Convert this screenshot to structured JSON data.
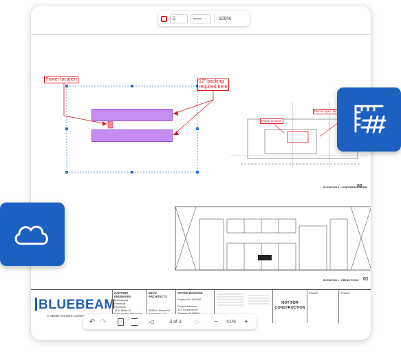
{
  "toolbar": {
    "line_width": "0",
    "zoom": "100%",
    "stroke_color": "#e0151d"
  },
  "annotations": {
    "callout_power": "Power location",
    "callout_backing_1": "12\" backing",
    "callout_backing_2": "required here"
  },
  "mini_elevation": {
    "callout_power": "Power location",
    "callout_spec": "Per AV spec, dir",
    "title": "ELEVATION 3 - CONFERENCE ROOM",
    "number": "02"
  },
  "elevation": {
    "title": "ELEVATION 1 - BREAK ROOM",
    "number": "01"
  },
  "title_block": {
    "logo": "BLUEBEAM",
    "logo_sub": "A NEMETSCHEK COMPANY",
    "col1_head": "CAPTURE ENGINEERS",
    "col1_lines": [
      "Mechanical",
      "Electrical",
      "Plumbing",
      "1234 Miller St",
      "Manchester, NH 00000"
    ],
    "col2_head": "REVU ARCHITECTS",
    "col2_lines": [
      "5555 N. Broad St",
      "Pasadena, CA 91101"
    ],
    "col3_head": "OFFICE BUILDING",
    "col3_lines": [
      "Project No: 000000",
      "Project Address:",
      "123 Scrummit St",
      "Chicago, IL 60601"
    ],
    "stamp_text_1": "NOT FOR",
    "stamp_text_2": "CONSTRUCTION",
    "stamp_label_1": "STAMP:",
    "stamp_label_2": "STAMP:"
  },
  "bottom_nav": {
    "page_indicator": "3 of 3",
    "zoom": "41%"
  },
  "colors": {
    "brand": "#1c60c0",
    "annotation": "#e0151d",
    "highlight": "#c78cf0"
  },
  "icons": {
    "left_tile": "cloud-icon",
    "right_tile": "ruler-grid-icon"
  }
}
